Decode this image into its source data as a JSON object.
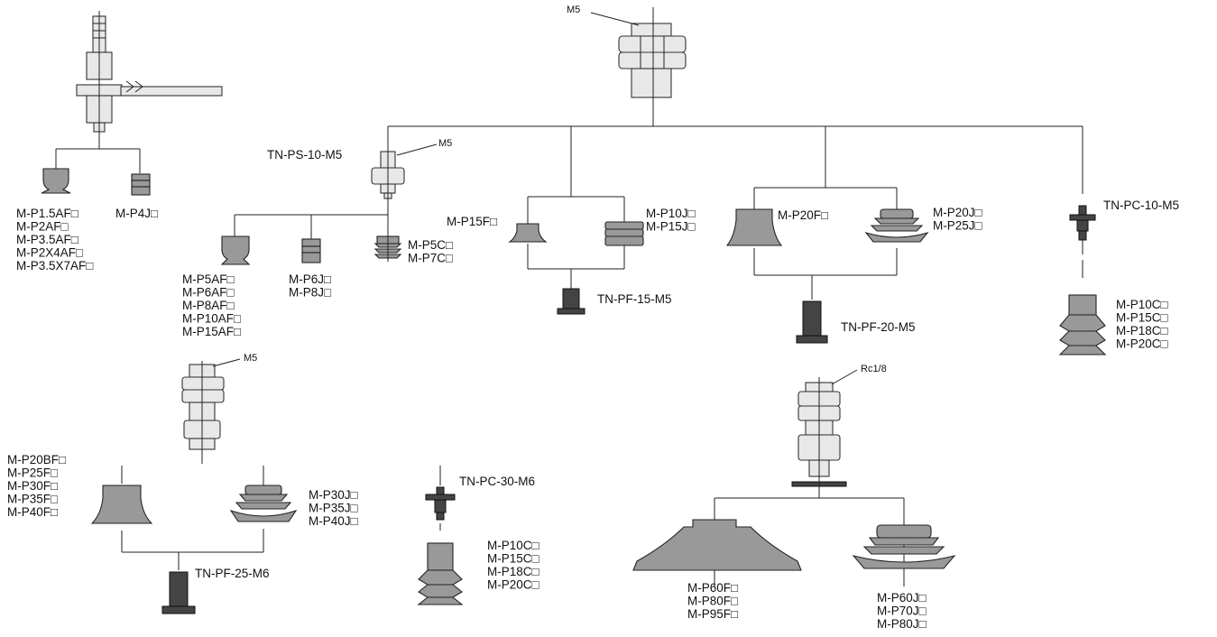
{
  "labels": {
    "top_hub_thread": "M5",
    "g1_cup_a": [
      "M-P1.5AF□",
      "M-P2AF□",
      "M-P3.5AF□",
      "M-P2X4AF□",
      "M-P3.5X7AF□"
    ],
    "g1_cup_b": "M-P4J□",
    "g2_adapter": "TN-PS-10-M5",
    "g2_thread": "M5",
    "g2_cup_a": [
      "M-P5AF□",
      "M-P6AF□",
      "M-P8AF□",
      "M-P10AF□",
      "M-P15AF□"
    ],
    "g2_cup_b": [
      "M-P6J□",
      "M-P8J□"
    ],
    "g2_cup_c": [
      "M-P5C□",
      "M-P7C□"
    ],
    "g3_cup_a": "M-P15F□",
    "g3_cup_b": [
      "M-P10J□",
      "M-P15J□"
    ],
    "g3_adapter": "TN-PF-15-M5",
    "g4_cup_a": "M-P20F□",
    "g4_cup_b": [
      "M-P20J□",
      "M-P25J□"
    ],
    "g4_adapter": "TN-PF-20-M5",
    "g5_adapter": "TN-PC-10-M5",
    "g5_cup": [
      "M-P10C□",
      "M-P15C□",
      "M-P18C□",
      "M-P20C□"
    ],
    "g6_thread": "M5",
    "g6_cup_a": [
      "M-P20BF□",
      "M-P25F□",
      "M-P30F□",
      "M-P35F□",
      "M-P40F□"
    ],
    "g6_cup_b": [
      "M-P30J□",
      "M-P35J□",
      "M-P40J□"
    ],
    "g6_adapter": "TN-PF-25-M6",
    "g7_adapter": "TN-PC-30-M6",
    "g7_cup": [
      "M-P10C□",
      "M-P15C□",
      "M-P18C□",
      "M-P20C□"
    ],
    "g8_thread": "Rc1/8",
    "g8_cup_a": [
      "M-P60F□",
      "M-P80F□",
      "M-P95F□"
    ],
    "g8_cup_b": [
      "M-P60J□",
      "M-P70J□",
      "M-P80J□"
    ]
  }
}
